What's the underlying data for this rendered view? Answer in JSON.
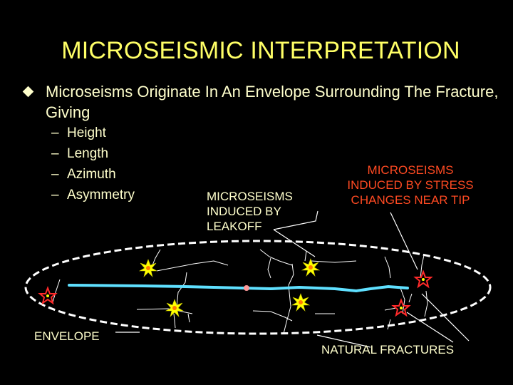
{
  "slide": {
    "title": "MICROSEISMIC INTERPRETATION",
    "bullet": "Microseisms Originate In An Envelope Surrounding The Fracture, Giving",
    "sub_items": [
      "Height",
      "Length",
      "Azimuth",
      "Asymmetry"
    ],
    "sub_marker": "–"
  },
  "diagram": {
    "label_leakoff": [
      "MICROSEISMS",
      "INDUCED BY",
      "LEAKOFF"
    ],
    "label_tip": [
      "MICROSEISMS",
      "INDUCED BY STRESS",
      "CHANGES NEAR TIP"
    ],
    "label_envelope": "ENVELOPE",
    "label_natural": "NATURAL FRACTURES"
  },
  "colors": {
    "background": "#000000",
    "title": "#ffff66",
    "text": "#ffffcc",
    "tip_label": "#ff4a22",
    "fracture": "#5fe0ff",
    "leakoff_event": "#ffff00",
    "tip_event": "#ff2a2a",
    "wellbore": "#ff9999"
  }
}
